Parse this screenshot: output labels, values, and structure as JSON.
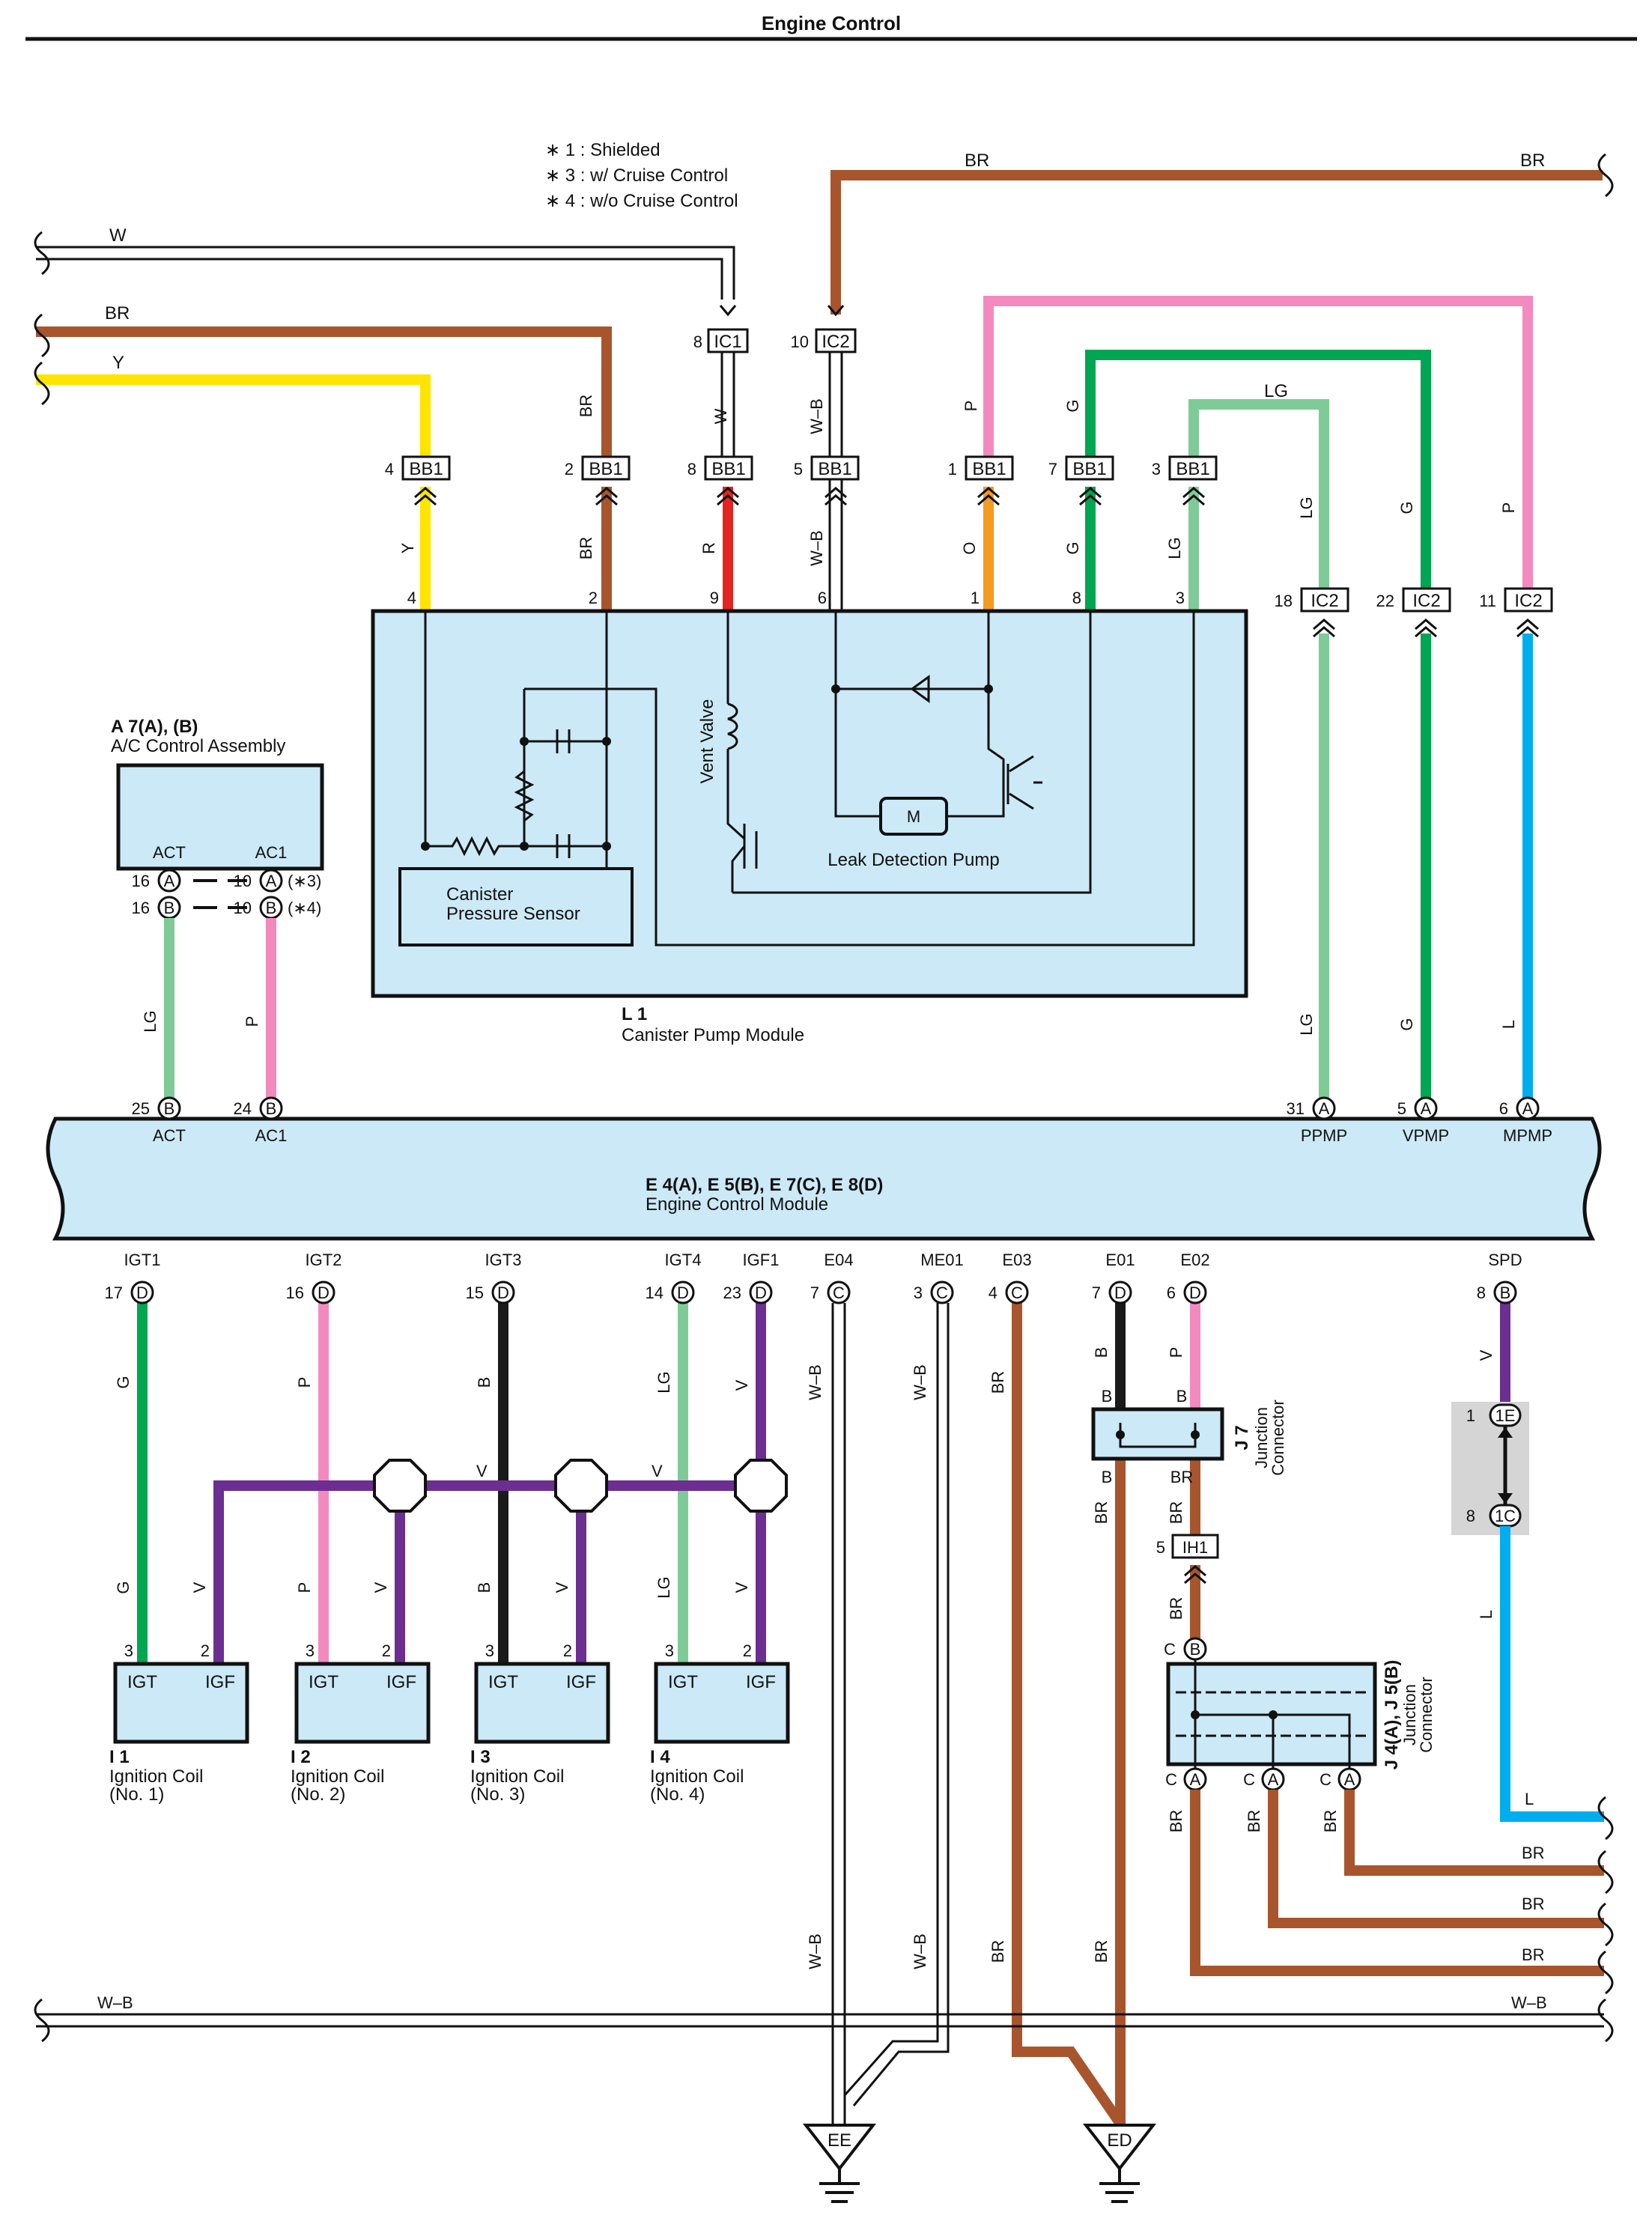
{
  "title": "Engine Control",
  "notes": [
    "∗ 1 : Shielded",
    "∗ 3 : w/ Cruise Control",
    "∗ 4 : w/o Cruise Control"
  ],
  "colors": {
    "BR": "#a8552e",
    "Y": "#ffe400",
    "W": "#ffffff",
    "R": "#e32421",
    "WB": "#ffffff",
    "O": "#f39a20",
    "G": "#00a651",
    "LG": "#7fcb97",
    "P": "#f28ac0",
    "L": "#00aeef",
    "V": "#6c2e91",
    "B": "#1a1a1a",
    "box": "#cce9f7"
  },
  "ac_control": {
    "code": "A 7(A), (B)",
    "name": "A/C Control Assembly",
    "act": "ACT",
    "ac1": "AC1",
    "pin_a": "16",
    "pin_b": "16",
    "pin_a2": "10",
    "pin_b2": "10",
    "cond_3": "(∗3)",
    "cond_4": "(∗4)"
  },
  "pump": {
    "code": "L 1",
    "name": "Canister Pump Module",
    "sensor_line1": "Canister",
    "sensor_line2": "Pressure Sensor",
    "vent_valve": "Vent Valve",
    "motor": "M",
    "leak_pump": "Leak Detection Pump"
  },
  "ecm": {
    "code": "E 4(A), E 5(B), E 7(C), E 8(D)",
    "name": "Engine Control Module"
  },
  "ecm_top_terms": [
    {
      "label": "ACT",
      "pin": "25",
      "letter": "B"
    },
    {
      "label": "AC1",
      "pin": "24",
      "letter": "B"
    },
    {
      "label": "PPMP",
      "pin": "31",
      "letter": "A"
    },
    {
      "label": "VPMP",
      "pin": "5",
      "letter": "A"
    },
    {
      "label": "MPMP",
      "pin": "6",
      "letter": "A"
    }
  ],
  "ecm_bottom_terms": [
    {
      "label": "IGT1",
      "pin": "17",
      "letter": "D"
    },
    {
      "label": "IGT2",
      "pin": "16",
      "letter": "D"
    },
    {
      "label": "IGT3",
      "pin": "15",
      "letter": "D"
    },
    {
      "label": "IGT4",
      "pin": "14",
      "letter": "D"
    },
    {
      "label": "IGF1",
      "pin": "23",
      "letter": "D"
    },
    {
      "label": "E04",
      "pin": "7",
      "letter": "C"
    },
    {
      "label": "ME01",
      "pin": "3",
      "letter": "C"
    },
    {
      "label": "E03",
      "pin": "4",
      "letter": "C"
    },
    {
      "label": "E01",
      "pin": "7",
      "letter": "D"
    },
    {
      "label": "E02",
      "pin": "6",
      "letter": "D"
    },
    {
      "label": "SPD",
      "pin": "8",
      "letter": "B"
    }
  ],
  "bb1": [
    {
      "pin": "4",
      "label": "BB1",
      "up": "Y",
      "down": "Y",
      "mod": "4"
    },
    {
      "pin": "2",
      "label": "BB1",
      "up": "BR",
      "down": "BR",
      "mod": "2"
    },
    {
      "pin": "8",
      "label": "BB1",
      "up": "W",
      "down": "R",
      "mod": "9"
    },
    {
      "pin": "5",
      "label": "BB1",
      "up": "W–B",
      "down": "W–B",
      "mod": "6"
    },
    {
      "pin": "1",
      "label": "BB1",
      "up": "P",
      "down": "O",
      "mod": "1"
    },
    {
      "pin": "7",
      "label": "BB1",
      "up": "G",
      "down": "G",
      "mod": "8"
    },
    {
      "pin": "3",
      "label": "BB1",
      "up": "LG",
      "down": "LG",
      "mod": "3"
    }
  ],
  "ic_top": [
    {
      "pin": "8",
      "label": "IC1"
    },
    {
      "pin": "10",
      "label": "IC2"
    }
  ],
  "ic_right": [
    {
      "pin": "18",
      "label": "IC2",
      "up": "LG",
      "down": "LG"
    },
    {
      "pin": "22",
      "label": "IC2",
      "up": "G",
      "down": "G"
    },
    {
      "pin": "11",
      "label": "IC2",
      "up": "P",
      "down": "L"
    }
  ],
  "wire_labels": {
    "w_left": "W",
    "br_left": "BR",
    "y_left": "Y",
    "br_top1": "BR",
    "br_top2": "BR",
    "lg_top": "LG",
    "lg_ac": "LG",
    "p_ac": "P",
    "wb_bottom_l": "W–B",
    "wb_bottom_r": "W–B"
  },
  "coils": [
    {
      "code": "I 1",
      "name": "Ignition Coil",
      "num": "(No. 1)",
      "igt": "IGT",
      "igf": "IGF",
      "p3": "3",
      "p2": "2",
      "top_color": "G",
      "v_color": "V"
    },
    {
      "code": "I 2",
      "name": "Ignition Coil",
      "num": "(No. 2)",
      "igt": "IGT",
      "igf": "IGF",
      "p3": "3",
      "p2": "2",
      "top_color": "P",
      "v_color": "V"
    },
    {
      "code": "I 3",
      "name": "Ignition Coil",
      "num": "(No. 3)",
      "igt": "IGT",
      "igf": "IGF",
      "p3": "3",
      "p2": "2",
      "top_color": "B",
      "v_color": "V"
    },
    {
      "code": "I 4",
      "name": "Ignition Coil",
      "num": "(No. 4)",
      "igt": "IGT",
      "igf": "IGF",
      "p3": "3",
      "p2": "2",
      "top_color": "LG",
      "v_color": "V"
    }
  ],
  "coil_bus": {
    "v1": "V",
    "v2": "V",
    "vlabel_igf": "V"
  },
  "ground_labels": {
    "wb1": "W–B",
    "wb2": "W–B",
    "wb3": "W–B",
    "wb4": "W–B",
    "br1": "BR",
    "br2": "BR",
    "br3": "BR",
    "br4": "BR"
  },
  "grounds": [
    {
      "label": "EE"
    },
    {
      "label": "ED"
    }
  ],
  "j7": {
    "code": "J 7",
    "name1": "Junction",
    "name2": "Connector",
    "b1": "B",
    "b2": "B",
    "p1": "P",
    "b3": "B",
    "b4": "B",
    "br1": "BR",
    "br2": "BR"
  },
  "ih1": {
    "pin": "5",
    "label": "IH1",
    "br": "BR"
  },
  "j4": {
    "code": "J 4(A), J 5(B)",
    "name1": "Junction",
    "name2": "Connector",
    "c_top": "C",
    "b_top": "B",
    "c1": "C",
    "c2": "C",
    "c3": "C",
    "a": "A",
    "br1": "BR",
    "br2": "BR",
    "br3": "BR",
    "out1": "BR",
    "out2": "BR",
    "out3": "BR"
  },
  "spd": {
    "v": "V",
    "pin1": "1",
    "t1": "1E",
    "pin2": "8",
    "t2": "1C",
    "l1": "L",
    "l2": "L"
  }
}
